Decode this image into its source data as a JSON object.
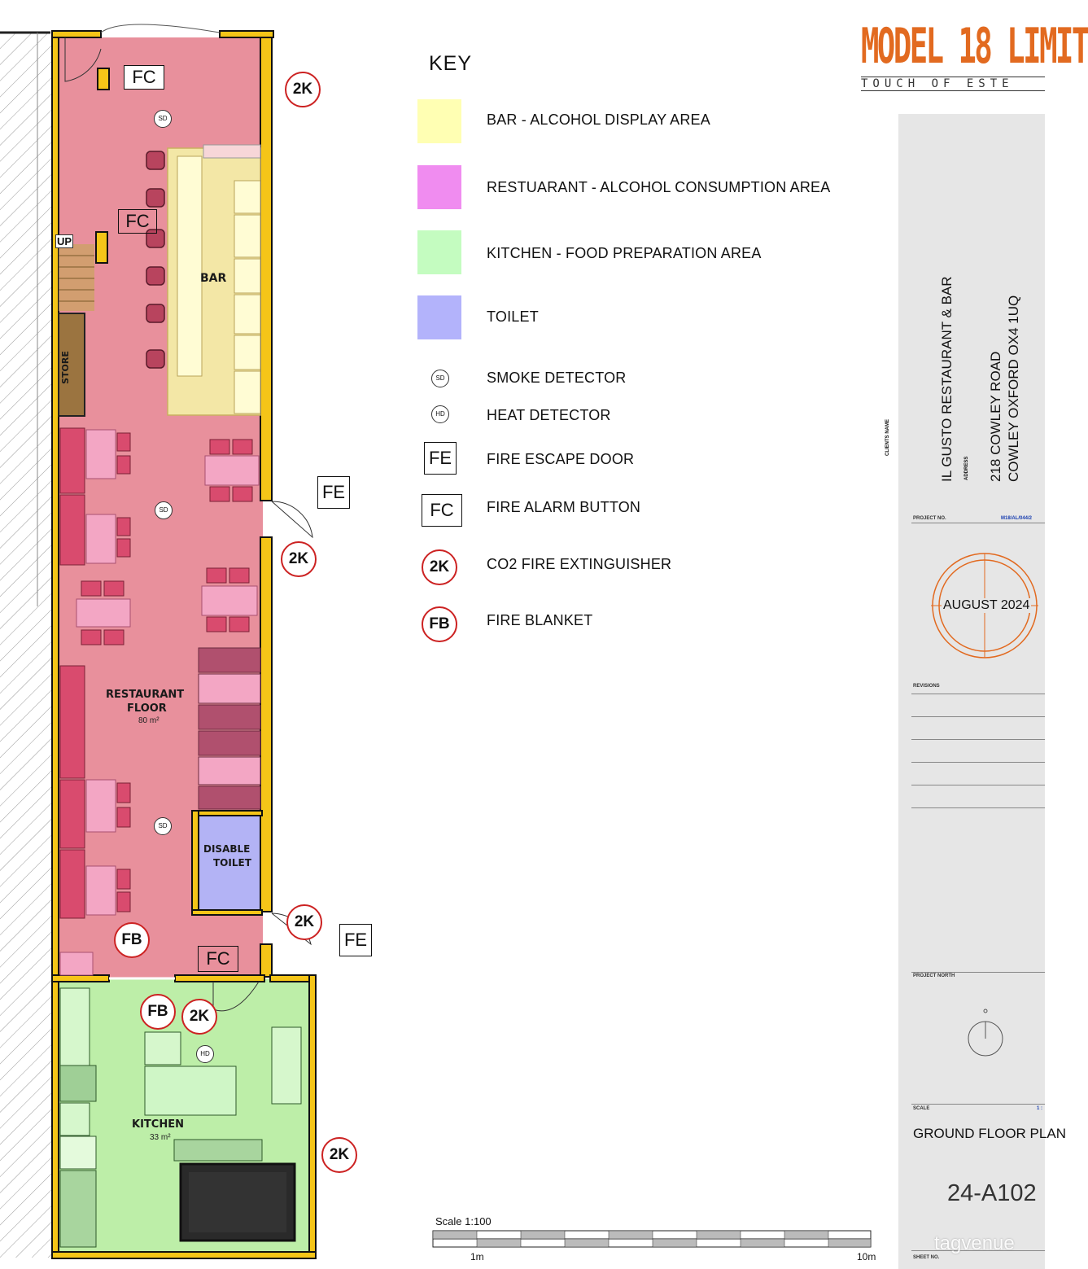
{
  "key": {
    "title": "KEY",
    "items": [
      {
        "label": "BAR - ALCOHOL DISPLAY AREA",
        "color": "#ffffb3"
      },
      {
        "label": "RESTUARANT - ALCOHOL CONSUMPTION AREA",
        "color": "#f08cf0"
      },
      {
        "label": "KITCHEN - FOOD PREPARATION  AREA",
        "color": "#c4fcc0"
      },
      {
        "label": "TOILET",
        "color": "#b3b3fb"
      }
    ],
    "symbols": [
      {
        "symbol": "SD",
        "label": "SMOKE DETECTOR"
      },
      {
        "symbol": "HD",
        "label": "HEAT DETECTOR"
      },
      {
        "symbol": "FE",
        "label": "FIRE ESCAPE DOOR"
      },
      {
        "symbol": "FC",
        "label": "FIRE ALARM BUTTON"
      },
      {
        "symbol": "2K",
        "label": "CO2 FIRE EXTINGUISHER"
      },
      {
        "symbol": "FB",
        "label": "FIRE BLANKET"
      }
    ]
  },
  "plan": {
    "bar_label": "BAR",
    "store_label": "STORE",
    "up_label": "UP",
    "restaurant_label_1": "RESTAURANT",
    "restaurant_label_2": "FLOOR",
    "restaurant_area": "80 m²",
    "toilet_label_1": "DISABLE",
    "toilet_label_2": "TOILET",
    "kitchen_label": "KITCHEN",
    "kitchen_area": "33 m²",
    "sd": "SD",
    "hd": "HD",
    "fc": "FC",
    "fe": "FE",
    "ext": "2K",
    "fb": "FB",
    "colors": {
      "restaurant": "#e8909c",
      "kitchen": "#bdeea8",
      "toilet": "#b3b3f5",
      "bar": "#f3e7a6",
      "wall": "#f5c518",
      "seat": "#d94b6e",
      "table": "#f3a6c4"
    }
  },
  "scale": {
    "label": "Scale 1:100",
    "start": "1m",
    "end": "10m"
  },
  "title_block": {
    "logo_main": "MODEL 18 LIMIT",
    "logo_sub": "TOUCH OF ESTE",
    "client_caption": "CLIENTS NAME",
    "client": "IL GUSTO RESTAURANT & BAR",
    "address_caption": "ADDRESS",
    "address_1": "218 COWLEY ROAD",
    "address_2": "COWLEY OXFORD OX4 1UQ",
    "project_no_caption": "PROJECT NO.",
    "project_no": "M18/AL/044/2",
    "date": "AUGUST 2024",
    "revisions_caption": "REVISIONS",
    "project_north_caption": "PROJECT NORTH",
    "scale_caption": "SCALE",
    "scale_value": "1 :",
    "drawing_title": "GROUND FLOOR PLAN",
    "drawing_no": "24-A102",
    "sheet_caption": "SHEET NO.",
    "watermark": "tagvenue"
  }
}
